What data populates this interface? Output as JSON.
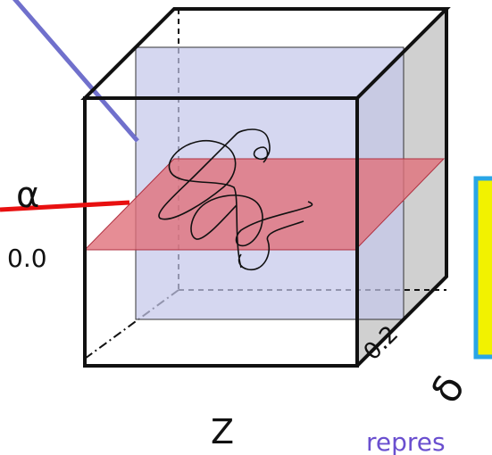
{
  "diagram": {
    "alpha_label": "α",
    "alpha_value": "0.0",
    "delta_label": "δ",
    "delta_value": "0.2",
    "z_label": "Z",
    "caption_fragment": "repres"
  },
  "colors": {
    "cube_stroke": "#111111",
    "side_face": "#d0d0d0",
    "blue_plane": "#c5c8ea",
    "red_plane": "#e0707a",
    "red_line": "#e81010",
    "pointer_line": "#7070cc",
    "highlight_fill": "#f2f200",
    "highlight_border": "#2aa6e6",
    "caption_text": "#6a4fcf"
  }
}
